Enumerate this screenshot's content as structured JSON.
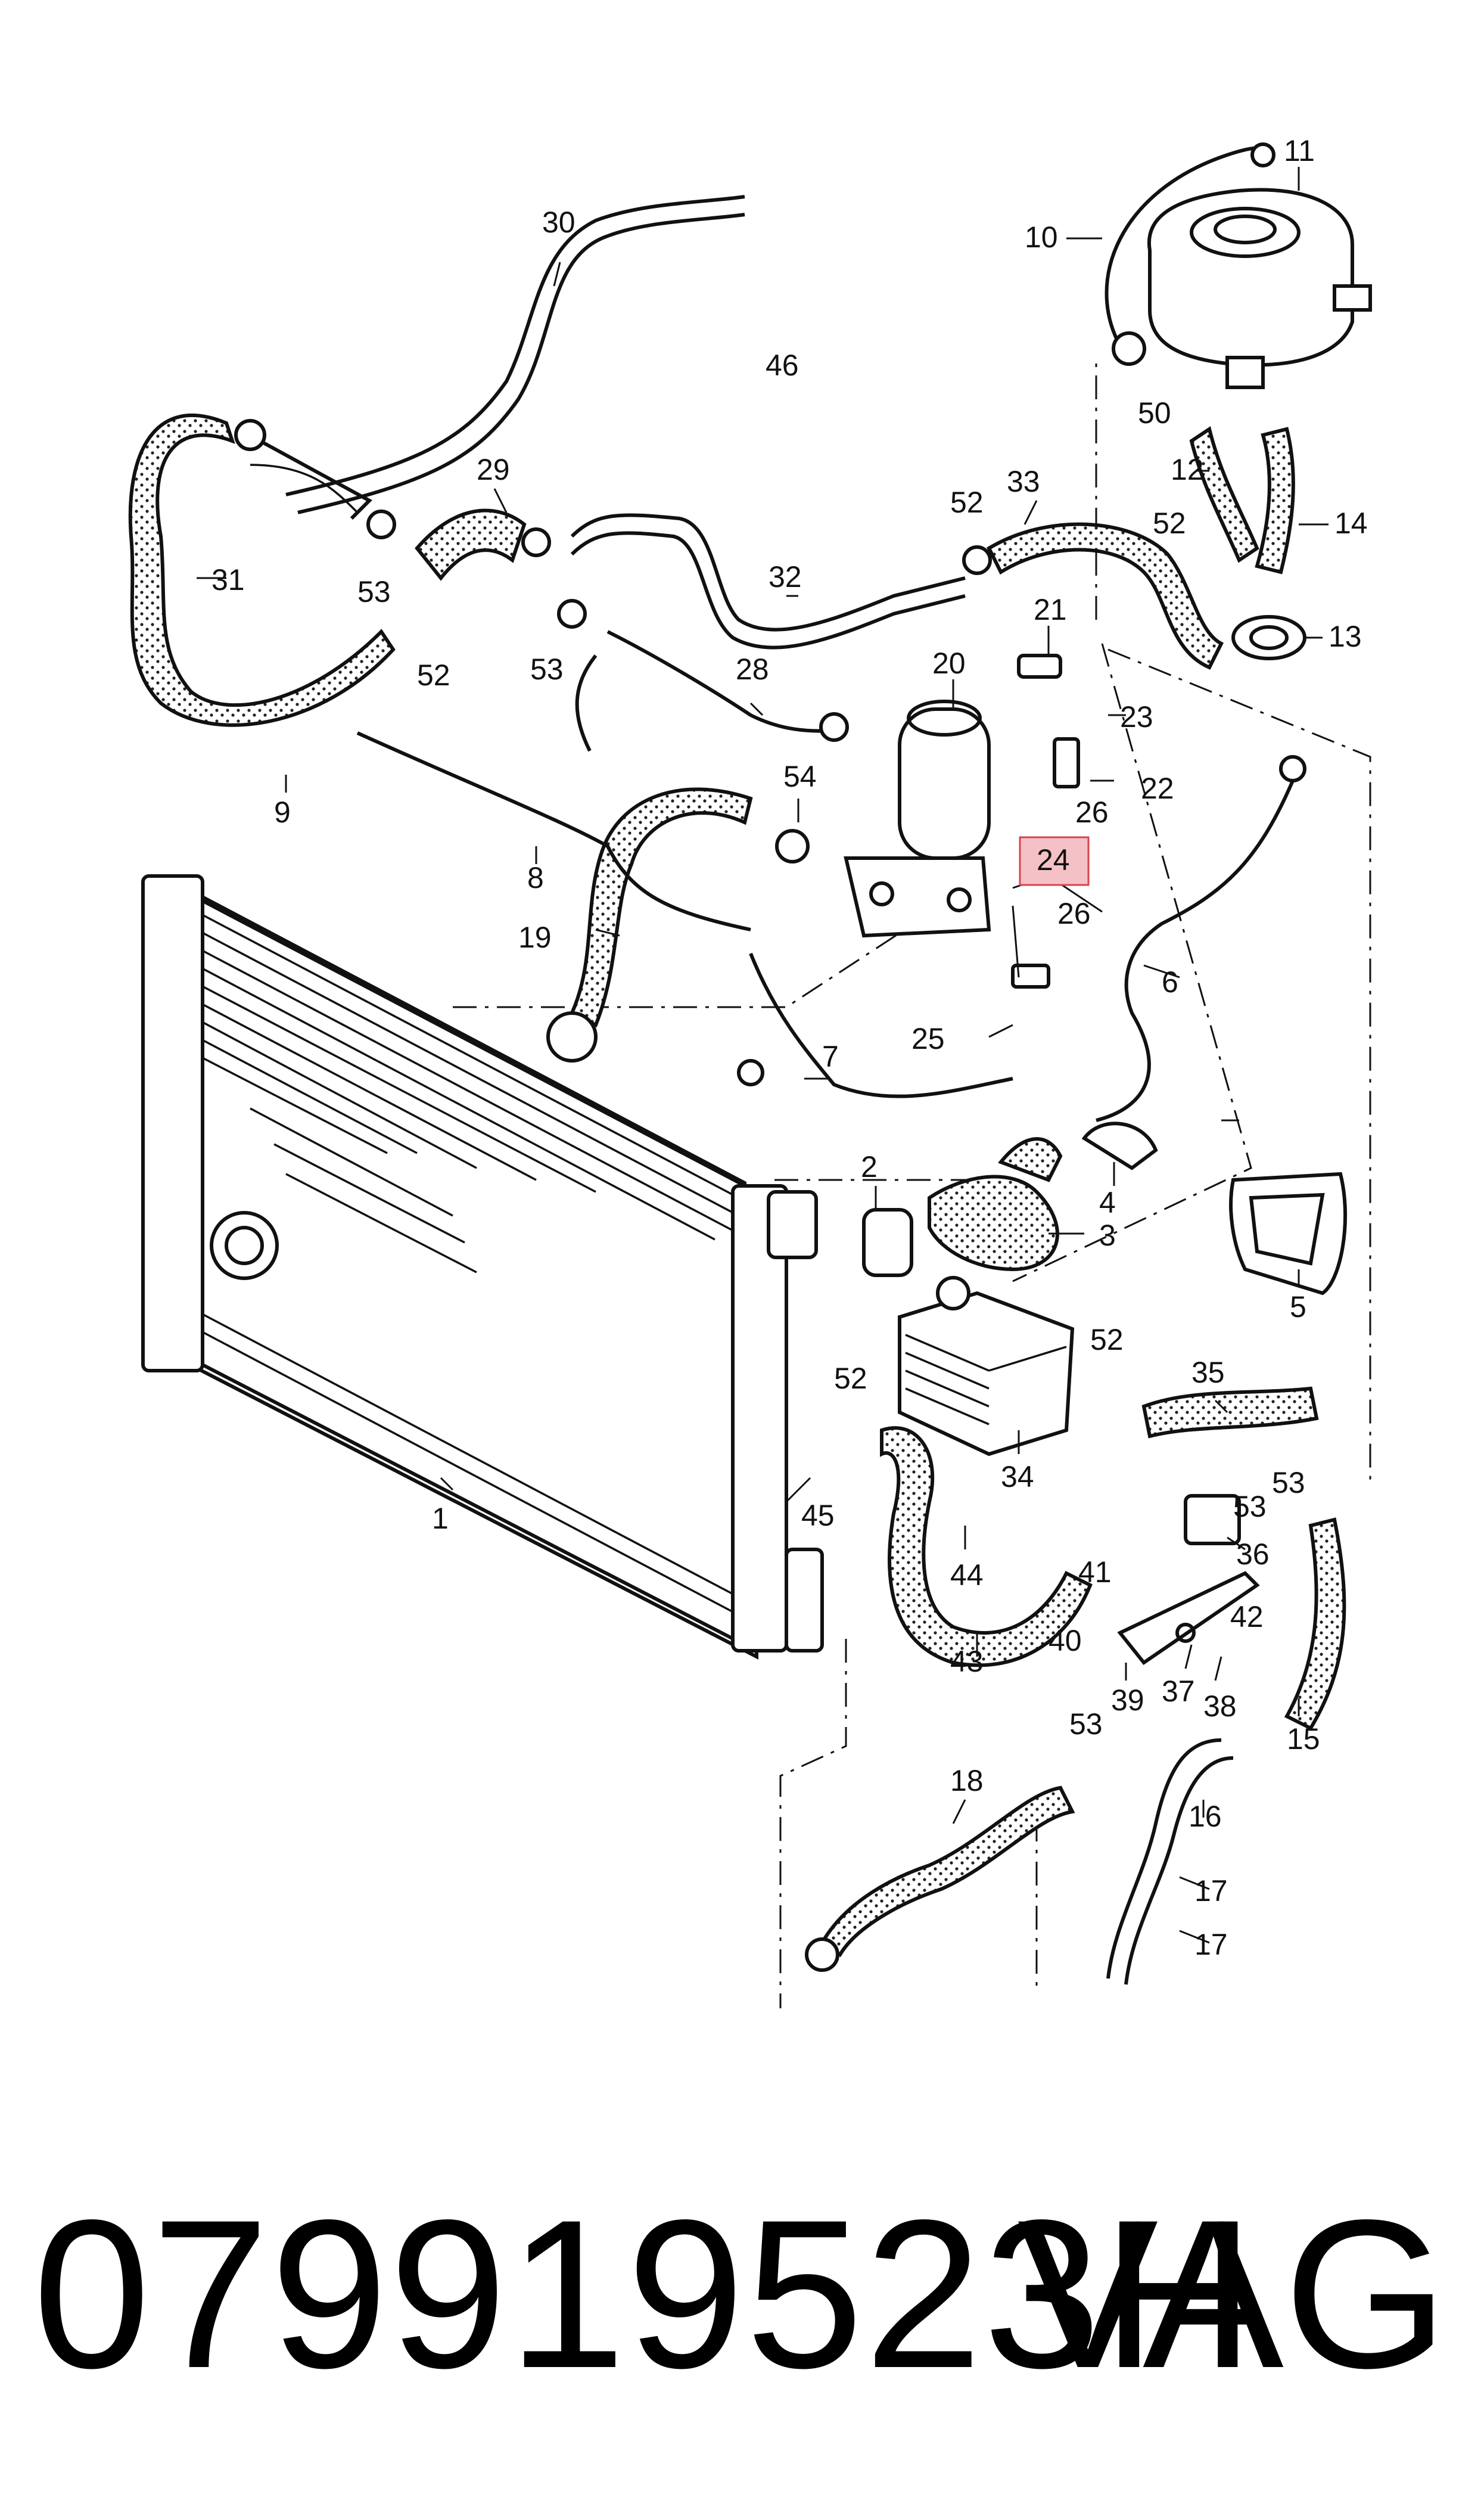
{
  "diagram": {
    "highlighted_callout": "24",
    "highlight_color": "#f4c2c6",
    "callouts": [
      {
        "id": "c1",
        "text": "1"
      },
      {
        "id": "c2",
        "text": "2"
      },
      {
        "id": "c3",
        "text": "3"
      },
      {
        "id": "c4",
        "text": "4"
      },
      {
        "id": "c5",
        "text": "5"
      },
      {
        "id": "c6",
        "text": "6"
      },
      {
        "id": "c7",
        "text": "7"
      },
      {
        "id": "c8",
        "text": "8"
      },
      {
        "id": "c9",
        "text": "9"
      },
      {
        "id": "c10",
        "text": "10"
      },
      {
        "id": "c11",
        "text": "11"
      },
      {
        "id": "c12",
        "text": "12"
      },
      {
        "id": "c13",
        "text": "13"
      },
      {
        "id": "c14",
        "text": "14"
      },
      {
        "id": "c15",
        "text": "15"
      },
      {
        "id": "c16",
        "text": "16"
      },
      {
        "id": "c17a",
        "text": "17"
      },
      {
        "id": "c17b",
        "text": "17"
      },
      {
        "id": "c18",
        "text": "18"
      },
      {
        "id": "c19",
        "text": "19"
      },
      {
        "id": "c20",
        "text": "20"
      },
      {
        "id": "c21",
        "text": "21"
      },
      {
        "id": "c22",
        "text": "22"
      },
      {
        "id": "c23",
        "text": "23"
      },
      {
        "id": "c24",
        "text": "24"
      },
      {
        "id": "c25",
        "text": "25"
      },
      {
        "id": "c26a",
        "text": "26"
      },
      {
        "id": "c26b",
        "text": "26"
      },
      {
        "id": "c28",
        "text": "28"
      },
      {
        "id": "c29",
        "text": "29"
      },
      {
        "id": "c30",
        "text": "30"
      },
      {
        "id": "c31",
        "text": "31"
      },
      {
        "id": "c32",
        "text": "32"
      },
      {
        "id": "c33",
        "text": "33"
      },
      {
        "id": "c34",
        "text": "34"
      },
      {
        "id": "c35",
        "text": "35"
      },
      {
        "id": "c36",
        "text": "36"
      },
      {
        "id": "c37",
        "text": "37"
      },
      {
        "id": "c38",
        "text": "38"
      },
      {
        "id": "c39",
        "text": "39"
      },
      {
        "id": "c40",
        "text": "40"
      },
      {
        "id": "c41",
        "text": "41"
      },
      {
        "id": "c42",
        "text": "42"
      },
      {
        "id": "c43",
        "text": "43"
      },
      {
        "id": "c44",
        "text": "44"
      },
      {
        "id": "c45",
        "text": "45"
      },
      {
        "id": "c46",
        "text": "46"
      },
      {
        "id": "c50",
        "text": "50"
      },
      {
        "id": "c52a",
        "text": "52"
      },
      {
        "id": "c52b",
        "text": "52"
      },
      {
        "id": "c52c",
        "text": "52"
      },
      {
        "id": "c52d",
        "text": "52"
      },
      {
        "id": "c52e",
        "text": "52"
      },
      {
        "id": "c53a",
        "text": "53"
      },
      {
        "id": "c53b",
        "text": "53"
      },
      {
        "id": "c53c",
        "text": "53"
      },
      {
        "id": "c53d",
        "text": "53"
      },
      {
        "id": "c53e",
        "text": "53"
      },
      {
        "id": "c54",
        "text": "54"
      }
    ]
  },
  "footer": {
    "part_number": "079919523H",
    "brand": "VAG"
  }
}
